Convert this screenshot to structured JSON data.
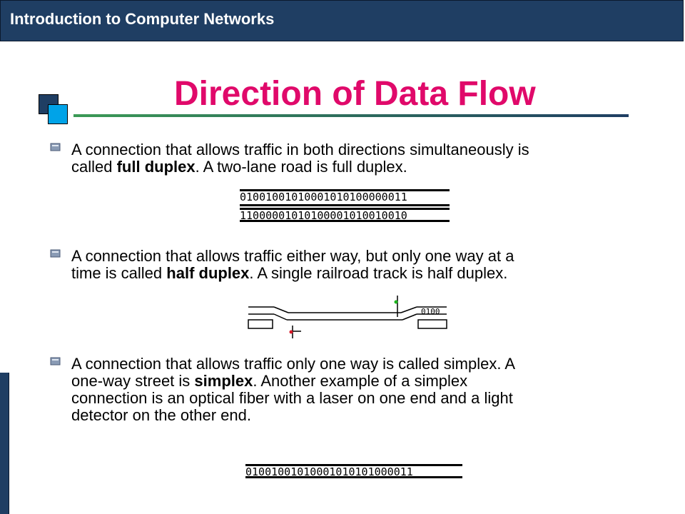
{
  "header": {
    "title": "Introduction to Computer Networks"
  },
  "slide": {
    "title": "Direction of Data Flow"
  },
  "bullets": [
    {
      "line1": "A connection that allows traffic in both directions simultaneously is",
      "line2_pre": "called ",
      "line2_bold": "full duplex",
      "line2_post": ". A two-lane road is full duplex."
    },
    {
      "line1": "A connection that allows traffic either way, but only one way at a",
      "line2_pre": "time is called ",
      "line2_bold": "half duplex",
      "line2_post": ". A single railroad track is half duplex."
    },
    {
      "line1": "A connection that allows traffic only one way is called simplex. A",
      "line2_pre": "one-way street is ",
      "line2_bold": "simplex",
      "line2_post": ". Another example of a simplex",
      "line3": "connection is an optical fiber with a laser on one end and a light",
      "line4": "detector on the other end."
    }
  ],
  "diagrams": {
    "full_duplex": {
      "top_bits": "01001001010001010100000011",
      "bottom_bits": "11000001010100001010010010"
    },
    "half_duplex": {
      "bits": "0100"
    },
    "simplex": {
      "bits": "01001001010001010101000011"
    }
  },
  "colors": {
    "header": "#1f3e63",
    "title": "#e0096a",
    "accent_light": "#00a3e8",
    "underline_green": "#3b9a56"
  }
}
